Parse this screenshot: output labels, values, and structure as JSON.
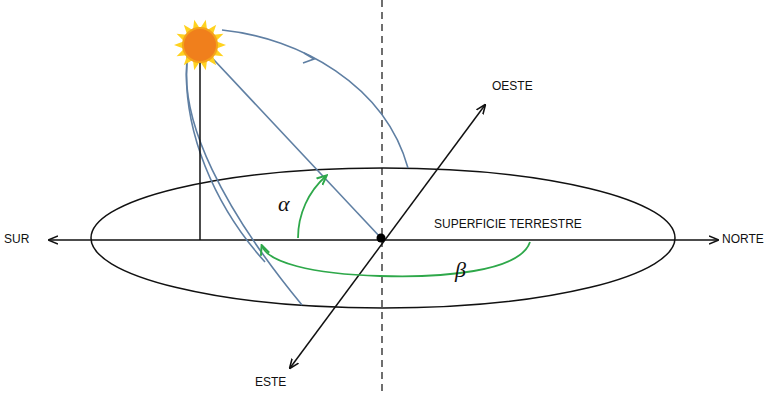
{
  "diagram": {
    "labels": [
      "OESTE",
      "SUR",
      "SUPERFICIE TERRESTRE",
      "NORTE",
      "ESTE",
      "α",
      "β"
    ]
  }
}
